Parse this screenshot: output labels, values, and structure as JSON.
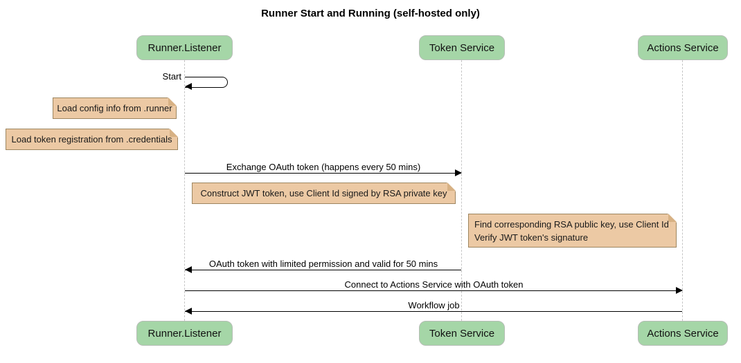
{
  "title": "Runner Start and Running (self-hosted only)",
  "colors": {
    "participant_fill": "#a5d6a7",
    "note_fill": "#ecc9a4",
    "note_border": "#9d855f",
    "lifeline": "#c6c6c6",
    "arrow": "#000000",
    "background": "#ffffff"
  },
  "participants": [
    {
      "name": "Runner.Listener"
    },
    {
      "name": "Token Service"
    },
    {
      "name": "Actions Service"
    }
  ],
  "messages": [
    {
      "label": "Start",
      "from": "Runner.Listener",
      "to": "Runner.Listener",
      "kind": "self"
    },
    {
      "label": "Exchange OAuth token (happens every 50 mins)",
      "from": "Runner.Listener",
      "to": "Token Service",
      "kind": "solid-arrow"
    },
    {
      "label": "OAuth token with limited permission and valid for 50 mins",
      "from": "Token Service",
      "to": "Runner.Listener",
      "kind": "solid-arrow"
    },
    {
      "label": "Connect to Actions Service with OAuth token",
      "from": "Runner.Listener",
      "to": "Actions Service",
      "kind": "solid-arrow"
    },
    {
      "label": "Workflow job",
      "from": "Actions Service",
      "to": "Runner.Listener",
      "kind": "solid-arrow"
    }
  ],
  "notes": [
    {
      "text": "Load config info from .runner",
      "position": "left of Runner.Listener"
    },
    {
      "text": "Load token registration from .credentials",
      "position": "left of Runner.Listener"
    },
    {
      "text": "Construct JWT token, use Client Id signed by RSA private key",
      "position": "between Runner.Listener and Token Service"
    },
    {
      "lines": [
        "Find corresponding RSA public key, use Client Id",
        "Verify JWT token's signature"
      ],
      "position": "between Token Service and Actions Service"
    }
  ]
}
